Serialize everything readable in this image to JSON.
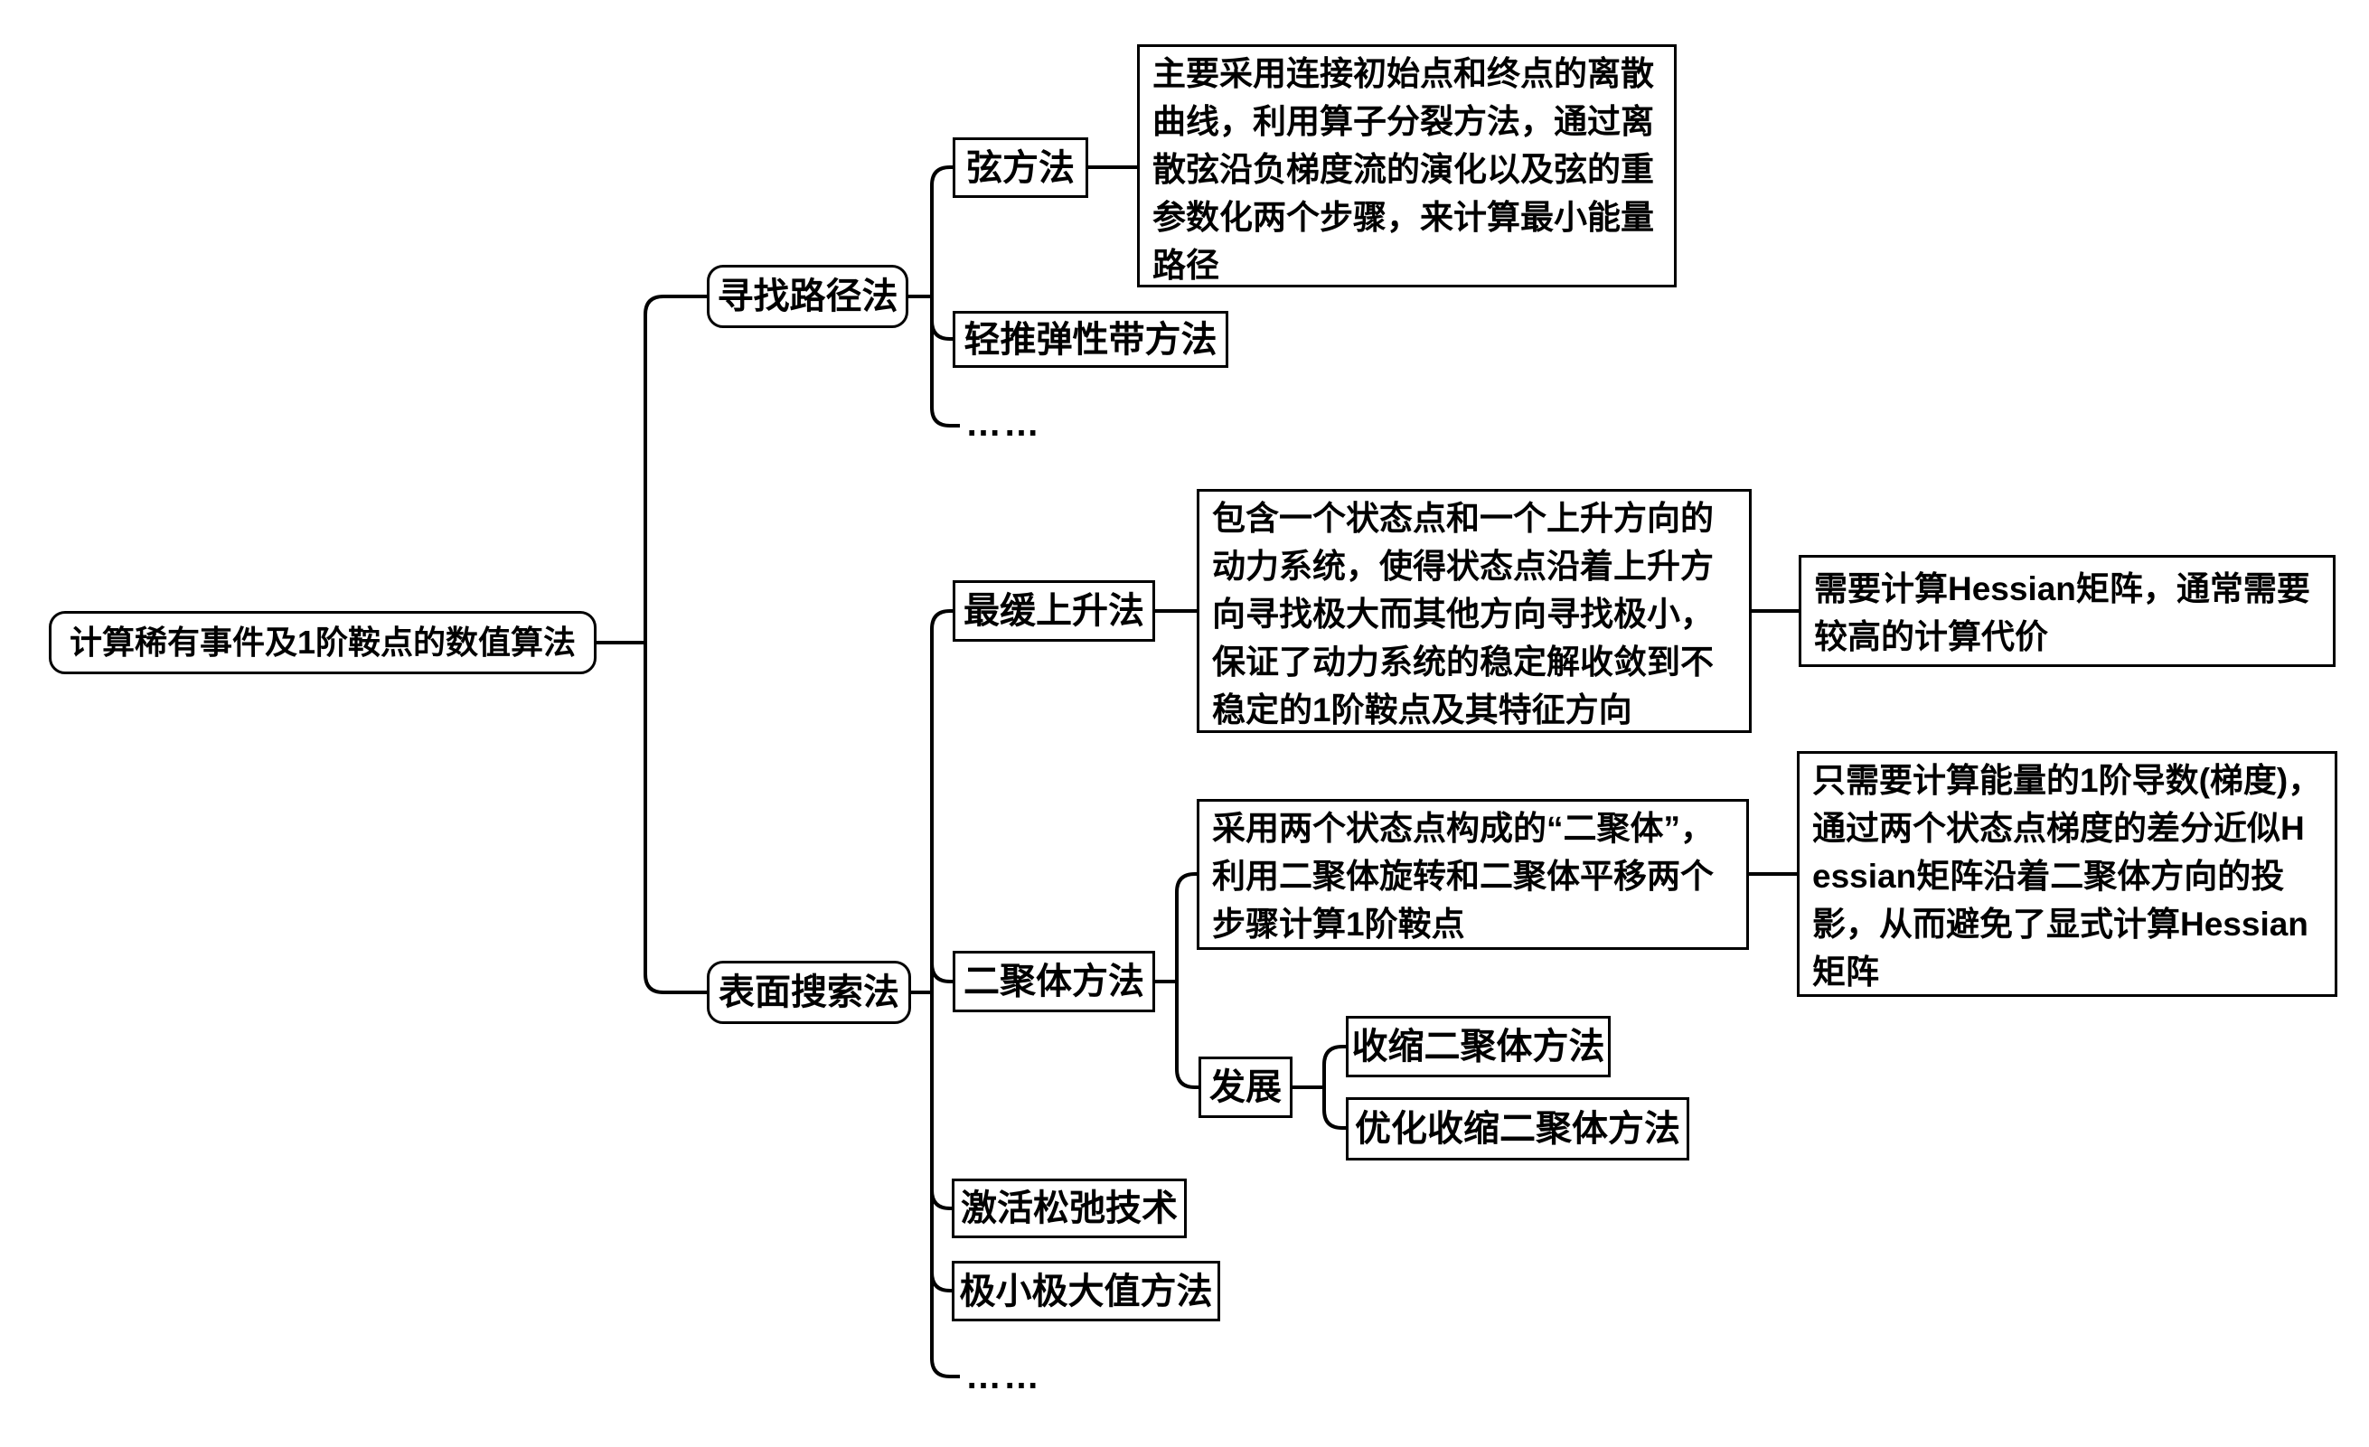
{
  "colors": {
    "line": "#000000",
    "text": "#000000",
    "box_border": "#000000",
    "box_fill": "#ffffff",
    "background": "#ffffff"
  },
  "nodes": {
    "root": "计算稀有事件及1阶鞍点的数值算法",
    "path_finding": "寻找路径法",
    "string_method": "弦方法",
    "string_method_desc": "主要采用连接初始点和终点的离散曲线，利用算子分裂方法，通过离散弦沿负梯度流的演化以及弦的重参数化两个步骤，来计算最小能量路径",
    "nudged_elastic_band": "轻推弹性带方法",
    "path_finding_ellipsis": "……",
    "surface_search": "表面搜索法",
    "gentlest_ascent": "最缓上升法",
    "gentlest_ascent_desc": "包含一个状态点和一个上升方向的动力系统，使得状态点沿着上升方向寻找极大而其他方向寻找极小，保证了动力系统的稳定解收敛到不稳定的1阶鞍点及其特征方向",
    "gentlest_ascent_note": "需要计算Hessian矩阵，通常需要较高的计算代价",
    "dimer_method": "二聚体方法",
    "dimer_method_desc": "采用两个状态点构成的“二聚体”，利用二聚体旋转和二聚体平移两个步骤计算1阶鞍点",
    "dimer_method_note": "只需要计算能量的1阶导数(梯度)，通过两个状态点梯度的差分近似Hessian矩阵沿着二聚体方向的投影，从而避免了显式计算Hessian矩阵",
    "development": "发展",
    "shrinking_dimer": "收缩二聚体方法",
    "optimized_shrinking_dimer": "优化收缩二聚体方法",
    "activation_relaxation": "激活松弛技术",
    "minimax_method": "极小极大值方法",
    "surface_search_ellipsis": "……"
  }
}
